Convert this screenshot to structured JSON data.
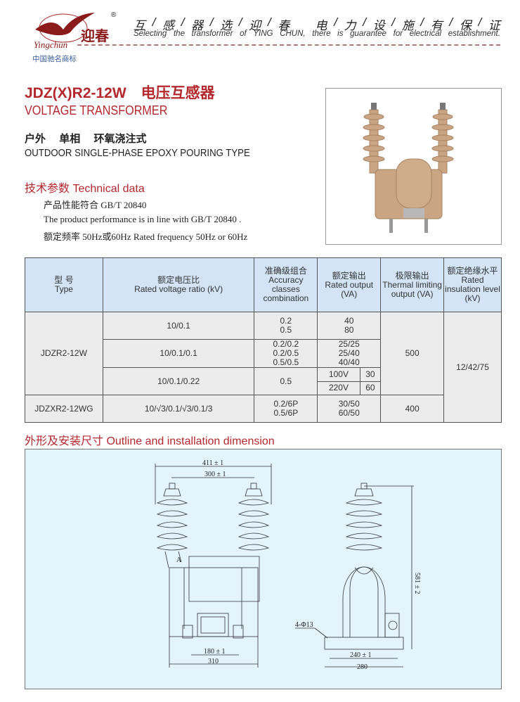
{
  "header": {
    "logo_text": "Yingchun 迎春",
    "registered": "®",
    "slogan_cn": [
      "互",
      "/",
      "感",
      "/",
      "器",
      "/",
      "选",
      "/",
      "迎",
      "/",
      "春",
      "　",
      "电",
      "/",
      "力",
      "/",
      "设",
      "/",
      "施",
      "/",
      "有",
      "/",
      "保",
      "/",
      "证"
    ],
    "slogan_en": [
      "Selecting",
      "the",
      "transformer",
      "of",
      "YING",
      "CHUN,",
      "there",
      "is",
      "guarantee",
      "for",
      "electrical",
      "establishment."
    ],
    "trademark": "中国驰名商标"
  },
  "product": {
    "title": "JDZ(X)R2-12W　电压互感器",
    "subtitle": "VOLTAGE TRANSFORMER",
    "type_cn": "户外 单相 环氧浇注式",
    "type_en": "OUTDOOR SINGLE-PHASE EPOXY POURING TYPE"
  },
  "technical": {
    "heading": "技术参数 Technical data",
    "lines": [
      "产品性能符合 GB/T 20840",
      "The product performance is in line with GB/T 20840 .",
      "额定频率 50Hz或60Hz  Rated frequency 50Hz or 60Hz"
    ]
  },
  "table": {
    "headers": [
      {
        "cn": "型 号",
        "en": "Type"
      },
      {
        "cn": "额定电压比",
        "en": "Rated voltage ratio (kV)"
      },
      {
        "cn": "准确级组合",
        "en": "Accuracy classes combination"
      },
      {
        "cn": "额定输出",
        "en": "Rated output (VA)"
      },
      {
        "cn": "极限输出",
        "en": "Thermal limiting output (VA)"
      },
      {
        "cn": "额定绝缘水平",
        "en": "Rated insulation level (kV)"
      }
    ],
    "rows": [
      {
        "type": "JDZR2-12W",
        "thermal": "500",
        "insulation": "12/42/75",
        "sub": [
          {
            "ratio": "10/0.1",
            "accuracy": "0.2\n0.5",
            "output": "40\n80"
          },
          {
            "ratio": "10/0.1/0.1",
            "accuracy": "0.2/0.2\n0.2/0.5\n0.5/0.5",
            "output": "25/25\n25/40\n40/40"
          },
          {
            "ratio": "10/0.1/0.22",
            "accuracy": "0.5",
            "output_split": [
              [
                "100V",
                "30"
              ],
              [
                "220V",
                "60"
              ]
            ]
          }
        ]
      },
      {
        "type": "JDZXR2-12WG",
        "thermal": "400",
        "ratio": "10/√3/0.1/√3/0.1/3",
        "accuracy": "0.2/6P\n0.5/6P",
        "output": "30/50\n60/50"
      }
    ]
  },
  "outline": {
    "heading": "外形及安装尺寸 Outline and installation dimension",
    "dims": {
      "overall_width": "411 ± 1",
      "bushing_spacing": "300 ± 1",
      "mount_spacing": "180 ± 1",
      "base_width": "310",
      "height": "581 ± 2",
      "hole": "4-Φ13",
      "side_mount": "240 ± 1",
      "side_base": "280",
      "mark": "A"
    }
  }
}
